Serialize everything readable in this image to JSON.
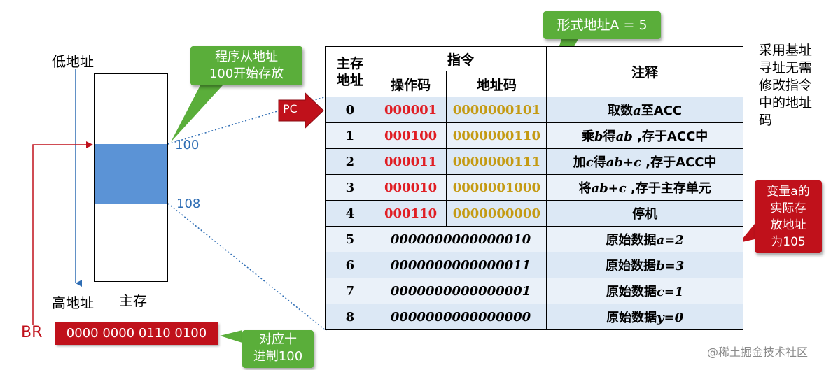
{
  "labels": {
    "low_address": "低地址",
    "high_address": "高地址",
    "main_memory": "主存",
    "addr_100": "100",
    "addr_108": "108",
    "pc": "PC",
    "br": "BR",
    "br_value": "0000 0000 0110 0100"
  },
  "callouts": {
    "program_start": [
      "程序从地址",
      "100开始存放"
    ],
    "formal_address": "形式地址A = 5",
    "actual_address": [
      "变量a的",
      "实际存",
      "放地址",
      "为105"
    ],
    "decimal_100": [
      "对应十",
      "进制100"
    ]
  },
  "side_note": [
    "采用基址",
    "寻址无需",
    "修改指令",
    "中的地址",
    "码"
  ],
  "table": {
    "headers": {
      "address": "主存地址",
      "instruction": "指令",
      "opcode": "操作码",
      "address_code": "地址码",
      "note": "注释"
    },
    "rows": [
      {
        "addr": "0",
        "opcode": "000001",
        "address_code": "0000000101",
        "note_parts": [
          "取数",
          "a",
          "至ACC"
        ]
      },
      {
        "addr": "1",
        "opcode": "000100",
        "address_code": "0000000110",
        "note_parts": [
          "乘",
          "b",
          "得",
          "ab",
          " ,存于ACC中"
        ]
      },
      {
        "addr": "2",
        "opcode": "000011",
        "address_code": "0000000111",
        "note_parts": [
          "加",
          "c",
          "得",
          "ab+c",
          " ,存于ACC中"
        ]
      },
      {
        "addr": "3",
        "opcode": "000010",
        "address_code": "0000001000",
        "note_parts": [
          "将",
          "ab+c",
          " ,存于主存单元"
        ]
      },
      {
        "addr": "4",
        "opcode": "000110",
        "address_code": "0000000000",
        "note_parts": [
          "停机"
        ]
      },
      {
        "addr": "5",
        "data": "0000000000000010",
        "note_parts": [
          "原始数据",
          "a=2"
        ]
      },
      {
        "addr": "6",
        "data": "0000000000000011",
        "note_parts": [
          "原始数据",
          "b=3"
        ]
      },
      {
        "addr": "7",
        "data": "0000000000000001",
        "note_parts": [
          "原始数据",
          "c=1"
        ]
      },
      {
        "addr": "8",
        "data": "0000000000000000",
        "note_parts": [
          "原始数据",
          "y=0"
        ]
      }
    ]
  },
  "watermark": "@稀土掘金技术社区",
  "colors": {
    "green_callout": "#5aae3a",
    "red_callout": "#c0111b",
    "memory_fill": "#5b93d6",
    "opcode": "#e01e24",
    "address_code": "#c49a12"
  }
}
